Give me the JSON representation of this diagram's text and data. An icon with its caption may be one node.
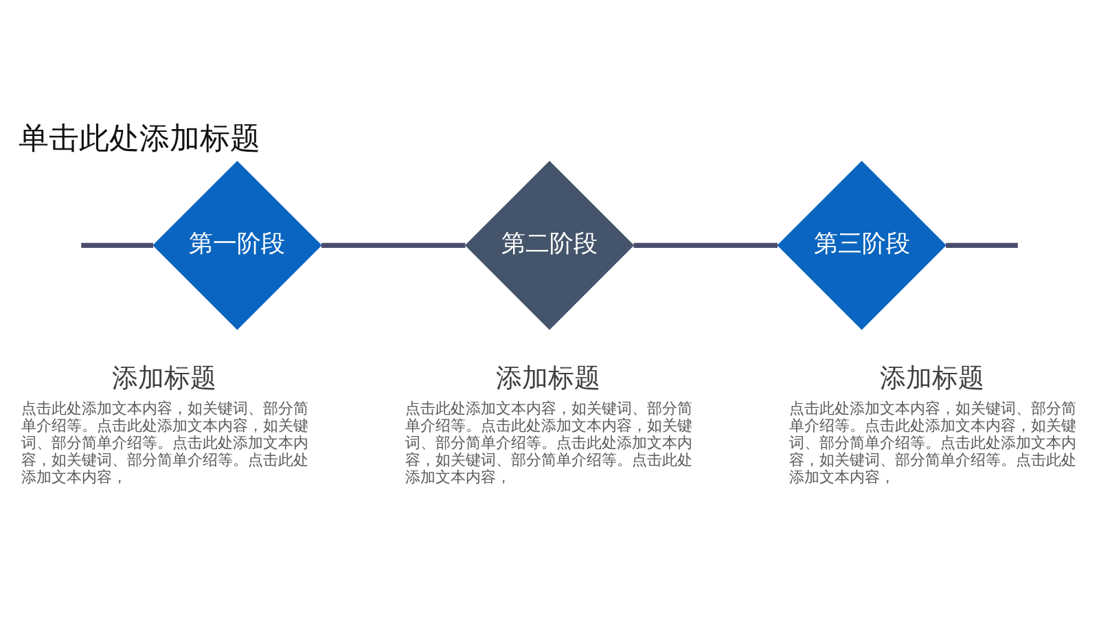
{
  "diagram": {
    "title": "单击此处添加标题",
    "nodes": [
      {
        "text": [
          "第一阶段"
        ],
        "beside": [
          "添加标题",
          "点击此处添加文本内容，如关键词、部分简单介绍等。点击此处添加文本内容，如关键词、部分简单介绍等。点击此处添加文本内容，如关键词、部分简单介绍等。点击此处添加文本内容，"
        ]
      },
      {
        "text": [
          "第二阶段"
        ],
        "beside": [
          "添加标题",
          "点击此处添加文本内容，如关键词、部分简单介绍等。点击此处添加文本内容，如关键词、部分简单介绍等。点击此处添加文本内容，如关键词、部分简单介绍等。点击此处添加文本内容，"
        ]
      },
      {
        "text": [
          "第三阶段"
        ],
        "beside": [
          "添加标题",
          "点击此处添加文本内容，如关键词、部分简单介绍等。点击此处添加文本内容，如关键词、部分简单介绍等。点击此处添加文本内容，如关键词、部分简单介绍等。点击此处添加文本内容，"
        ]
      }
    ],
    "edges": [
      {
        "from": null,
        "to": 0,
        "arrow": "none"
      },
      {
        "from": 0,
        "to": 1,
        "arrow": "none"
      },
      {
        "from": 1,
        "to": 2,
        "arrow": "none"
      },
      {
        "from": 2,
        "to": null,
        "arrow": "none"
      }
    ]
  }
}
